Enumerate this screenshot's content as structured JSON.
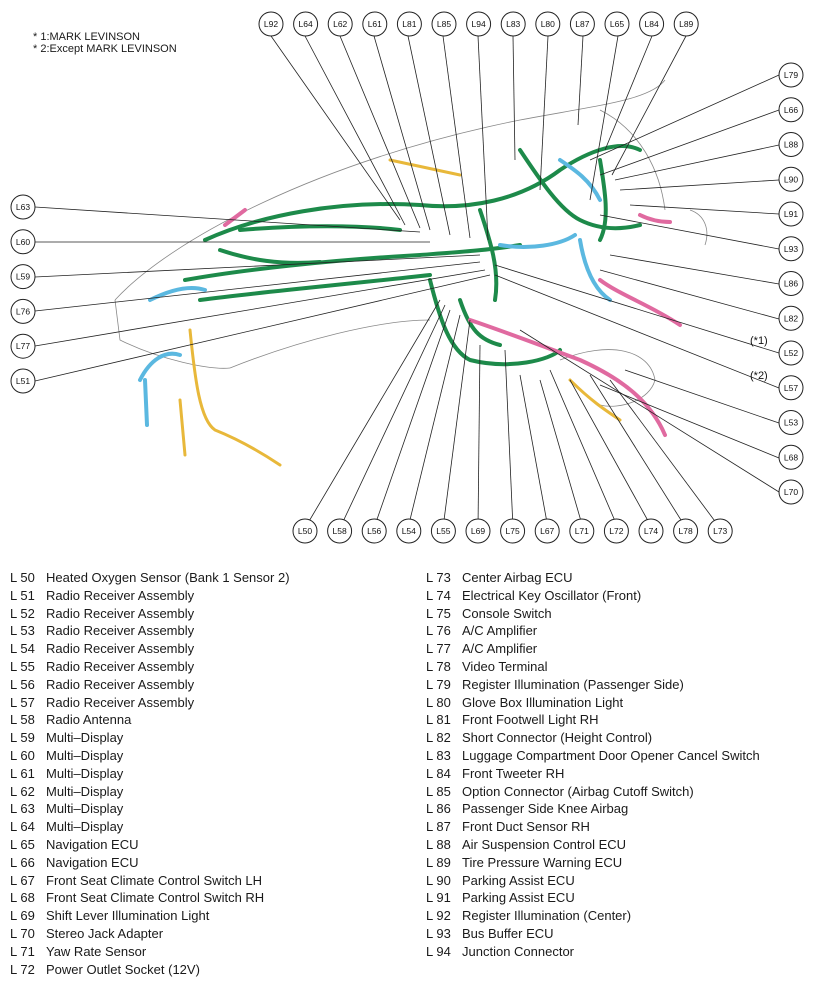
{
  "notes": [
    "* 1:MARK LEVINSON",
    "* 2:Except MARK LEVINSON"
  ],
  "tags": [
    "(*1)",
    "(*2)"
  ],
  "callouts_top": [
    "L92",
    "L64",
    "L62",
    "L61",
    "L81",
    "L85",
    "L94",
    "L83",
    "L80",
    "L87",
    "L65",
    "L84",
    "L89"
  ],
  "callouts_left": [
    "L63",
    "L60",
    "L59",
    "L76",
    "L77",
    "L51"
  ],
  "callouts_right": [
    "L79",
    "L66",
    "L88",
    "L90",
    "L91",
    "L93",
    "L86",
    "L82",
    "L52",
    "L57",
    "L53",
    "L68",
    "L70"
  ],
  "callouts_bottom": [
    "L50",
    "L58",
    "L56",
    "L54",
    "L55",
    "L69",
    "L75",
    "L67",
    "L71",
    "L72",
    "L74",
    "L78",
    "L73"
  ],
  "legend_col1": [
    {
      "code": "L 50",
      "name": "Heated Oxygen Sensor (Bank 1 Sensor 2)"
    },
    {
      "code": "L 51",
      "name": "Radio Receiver Assembly"
    },
    {
      "code": "L 52",
      "name": "Radio Receiver Assembly"
    },
    {
      "code": "L 53",
      "name": "Radio Receiver Assembly"
    },
    {
      "code": "L 54",
      "name": "Radio Receiver Assembly"
    },
    {
      "code": "L 55",
      "name": "Radio Receiver Assembly"
    },
    {
      "code": "L 56",
      "name": "Radio Receiver Assembly"
    },
    {
      "code": "L 57",
      "name": "Radio Receiver Assembly"
    },
    {
      "code": "L 58",
      "name": "Radio Antenna"
    },
    {
      "code": "L 59",
      "name": "Multi–Display"
    },
    {
      "code": "L 60",
      "name": "Multi–Display"
    },
    {
      "code": "L 61",
      "name": "Multi–Display"
    },
    {
      "code": "L 62",
      "name": "Multi–Display"
    },
    {
      "code": "L 63",
      "name": "Multi–Display"
    },
    {
      "code": "L 64",
      "name": "Multi–Display"
    },
    {
      "code": "L 65",
      "name": "Navigation ECU"
    },
    {
      "code": "L 66",
      "name": "Navigation ECU"
    },
    {
      "code": "L 67",
      "name": "Front Seat Climate Control Switch LH"
    },
    {
      "code": "L 68",
      "name": "Front Seat Climate Control Switch RH"
    },
    {
      "code": "L 69",
      "name": "Shift Lever Illumination Light"
    },
    {
      "code": "L 70",
      "name": "Stereo Jack Adapter"
    },
    {
      "code": "L 71",
      "name": "Yaw Rate Sensor"
    },
    {
      "code": "L 72",
      "name": "Power Outlet Socket (12V)"
    }
  ],
  "legend_col2": [
    {
      "code": "L 73",
      "name": "Center Airbag ECU"
    },
    {
      "code": "L 74",
      "name": "Electrical Key Oscillator (Front)"
    },
    {
      "code": "L 75",
      "name": "Console Switch"
    },
    {
      "code": "L 76",
      "name": "A/C Amplifier"
    },
    {
      "code": "L 77",
      "name": "A/C Amplifier"
    },
    {
      "code": "L 78",
      "name": "Video Terminal"
    },
    {
      "code": "L 79",
      "name": "Register Illumination (Passenger Side)"
    },
    {
      "code": "L 80",
      "name": "Glove Box Illumination Light"
    },
    {
      "code": "L 81",
      "name": "Front Footwell Light RH"
    },
    {
      "code": "L 82",
      "name": "Short Connector (Height Control)"
    },
    {
      "code": "L 83",
      "name": "Luggage Compartment Door Opener Cancel Switch"
    },
    {
      "code": "L 84",
      "name": "Front Tweeter RH"
    },
    {
      "code": "L 85",
      "name": "Option Connector (Airbag Cutoff Switch)"
    },
    {
      "code": "L 86",
      "name": "Passenger Side Knee Airbag"
    },
    {
      "code": "L 87",
      "name": "Front Duct Sensor RH"
    },
    {
      "code": "L 88",
      "name": "Air Suspension Control ECU"
    },
    {
      "code": "L 89",
      "name": "Tire Pressure Warning ECU"
    },
    {
      "code": "L 90",
      "name": "Parking Assist ECU"
    },
    {
      "code": "L 91",
      "name": "Parking Assist ECU"
    },
    {
      "code": "L 92",
      "name": "Register Illumination (Center)"
    },
    {
      "code": "L 93",
      "name": "Bus Buffer ECU"
    },
    {
      "code": "L 94",
      "name": "Junction Connector"
    }
  ]
}
